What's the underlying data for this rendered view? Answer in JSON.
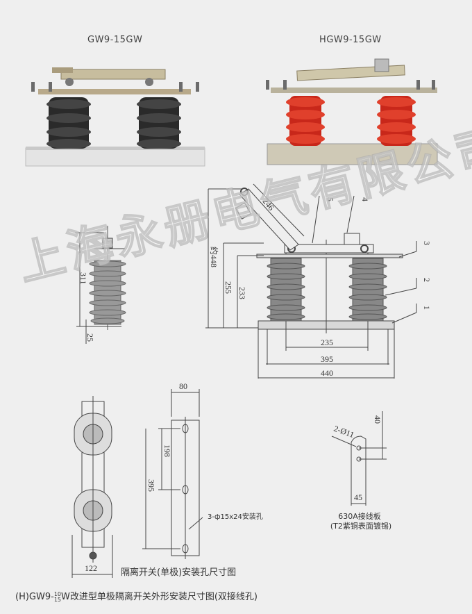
{
  "products": [
    {
      "model": "GW9-15GW",
      "insulator_color": "#2a2a2a"
    },
    {
      "model": "HGW9-15GW",
      "insulator_color": "#d8321e"
    }
  ],
  "front_view": {
    "dimensions": {
      "arm_length": "246",
      "total_height": "约448",
      "height_255": "255",
      "height_233": "233",
      "span_235": "235",
      "span_395": "395",
      "span_440": "440"
    },
    "callouts": [
      "1",
      "2",
      "3",
      "4",
      "5"
    ]
  },
  "side_view": {
    "dimensions": {
      "height": "311",
      "base": "25"
    }
  },
  "mounting": {
    "dimensions": {
      "width_80": "80",
      "spacing_198": "198",
      "length_395": "395",
      "width_122": "122"
    },
    "hole_note": "3-ф15x24安装孔",
    "caption": "隔离开关(单极)安装孔尺寸图"
  },
  "terminal_plate": {
    "dimensions": {
      "holes": "2-Ø11",
      "spacing": "40",
      "width": "45"
    },
    "title": "630A接线板",
    "material": "(T2紫铜表面镀锡)"
  },
  "main_caption": {
    "prefix": "(H)GW9-",
    "sup": "10",
    "sub": "15",
    "suffix": "W改进型单极隔离开关外形安装尺寸图(双接线孔)"
  },
  "watermark": "上海永册电气有限公司"
}
